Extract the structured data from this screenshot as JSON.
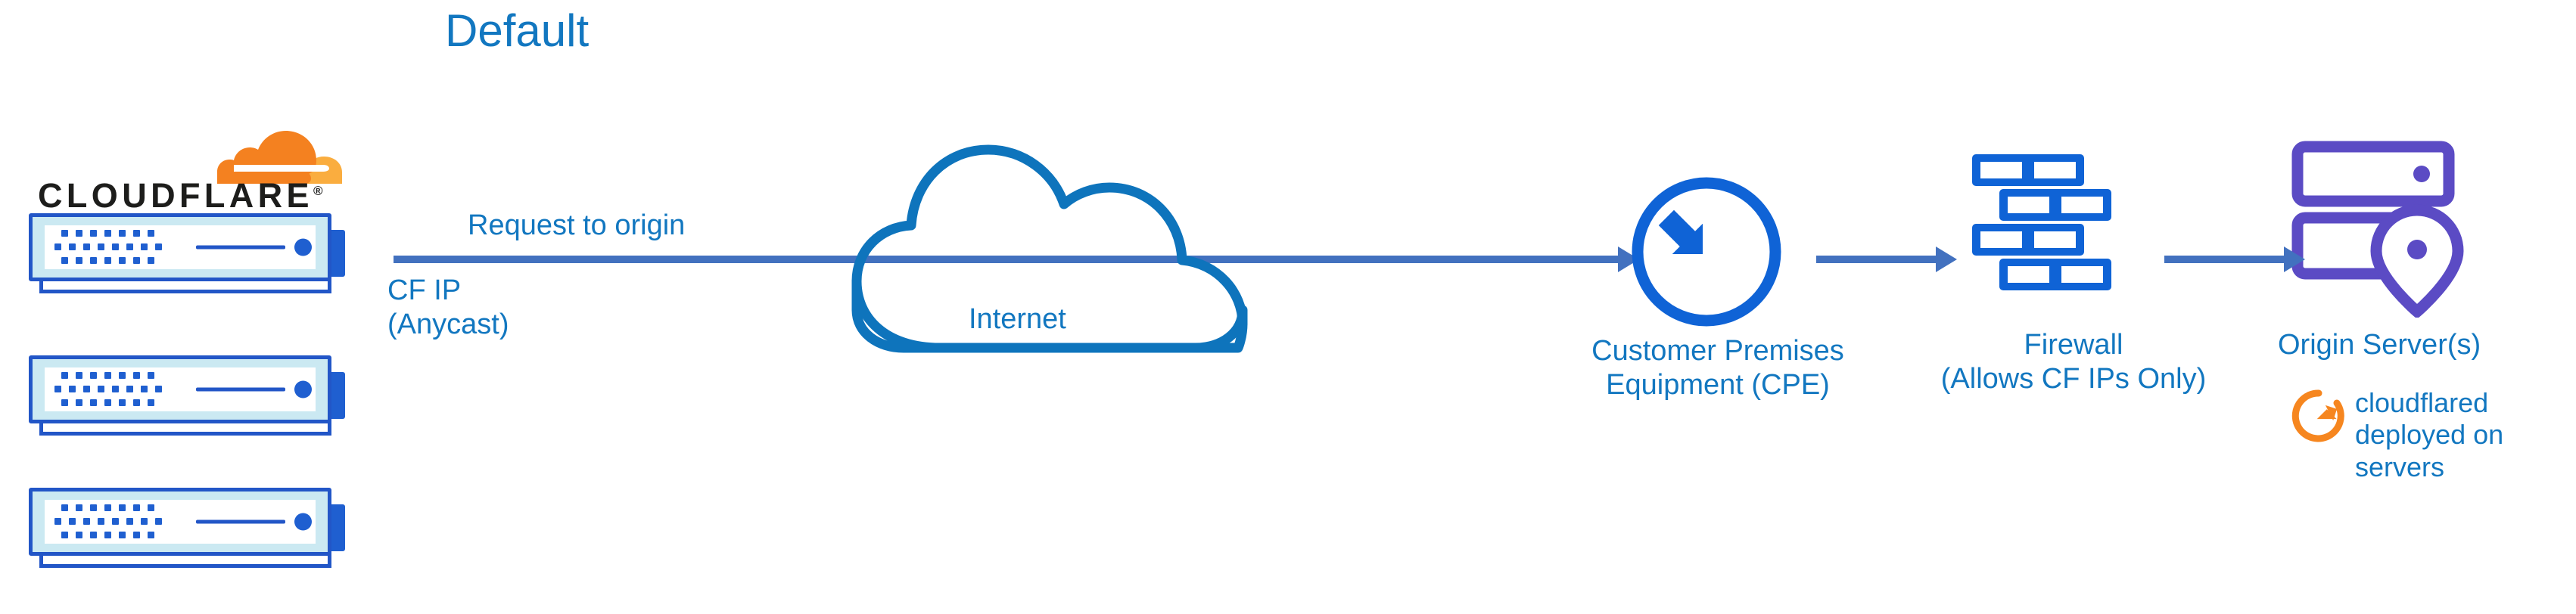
{
  "title": "Default",
  "colors": {
    "text_blue": "#1277c0",
    "arrow_blue": "#4271bf",
    "icon_blue": "#0f63d6",
    "cloud_outline_blue": "#0e74bc",
    "origin_purple": "#5b4bc4",
    "cloudflare_orange": "#f48120",
    "cloudflare_orange_light": "#faad3f",
    "wordmark_black": "#1d1d1b",
    "rack_border": "#2256c7",
    "rack_fill": "#cbe9f2"
  },
  "brand": {
    "wordmark": "CLOUDFLARE",
    "registered_mark": "®",
    "logo_icon_name": "cloudflare-cloud-logo"
  },
  "labels": {
    "request_to_origin": "Request to origin",
    "cf_ip": "CF IP\n(Anycast)",
    "internet": "Internet",
    "cpe": "Customer Premises\nEquipment (CPE)",
    "firewall": "Firewall\n(Allows CF IPs Only)",
    "origin_server": "Origin Server(s)",
    "cloudflared": "cloudflared\ndeployed on\nservers"
  },
  "nodes": [
    {
      "id": "cloudflare-edge",
      "label": "CF IP (Anycast)",
      "icon": "server-rack",
      "count": 3
    },
    {
      "id": "internet",
      "label": "Internet",
      "icon": "cloud"
    },
    {
      "id": "cpe",
      "label": "Customer Premises Equipment (CPE)",
      "icon": "router-circle-arrows"
    },
    {
      "id": "firewall",
      "label": "Firewall (Allows CF IPs Only)",
      "icon": "brick-wall"
    },
    {
      "id": "origin",
      "label": "Origin Server(s)",
      "icon": "server-stack-pin"
    }
  ],
  "edges": [
    {
      "from": "cloudflare-edge",
      "to": "cpe",
      "label": "Request to origin"
    },
    {
      "from": "cpe",
      "to": "firewall",
      "label": ""
    },
    {
      "from": "firewall",
      "to": "origin",
      "label": ""
    }
  ],
  "annotations": [
    {
      "target": "origin",
      "icon": "refresh-circular-arrow-icon",
      "text": "cloudflared deployed on servers"
    }
  ]
}
